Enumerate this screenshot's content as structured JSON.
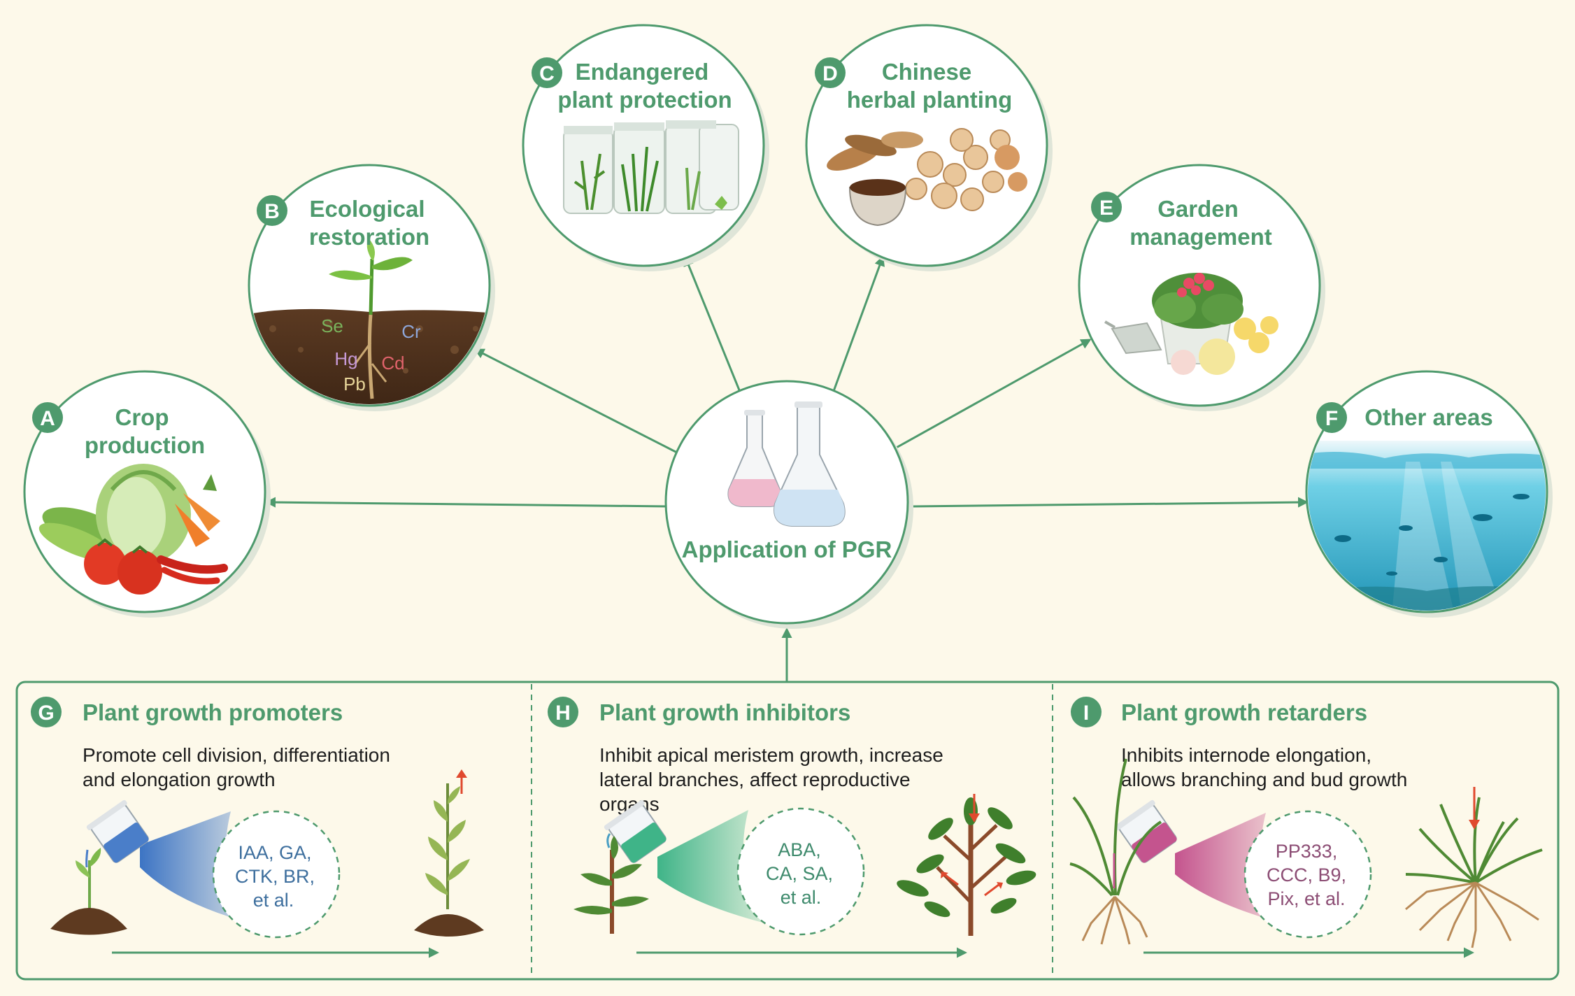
{
  "center": {
    "label": "Application of PGR"
  },
  "nodes": [
    {
      "letter": "A",
      "lines": [
        "Crop",
        "production"
      ]
    },
    {
      "letter": "B",
      "lines": [
        "Ecological",
        "restoration"
      ]
    },
    {
      "letter": "C",
      "lines": [
        "Endangered",
        "plant protection"
      ]
    },
    {
      "letter": "D",
      "lines": [
        "Chinese",
        "herbal planting"
      ]
    },
    {
      "letter": "E",
      "lines": [
        "Garden",
        "management"
      ]
    },
    {
      "letter": "F",
      "lines": [
        "Other areas"
      ]
    }
  ],
  "soil_elements": [
    "Se",
    "Cr",
    "Hg",
    "Cd",
    "Pb"
  ],
  "panels": [
    {
      "letter": "G",
      "title": "Plant growth promoters",
      "desc": [
        "Promote cell division,  differentiation",
        "and elongation growth"
      ],
      "regulators": [
        "IAA, GA,",
        "CTK, BR,",
        "et al."
      ]
    },
    {
      "letter": "H",
      "title": "Plant growth inhibitors",
      "desc": [
        "Inhibit apical meristem growth, increase",
        "lateral branches, affect reproductive",
        "organs"
      ],
      "regulators": [
        "ABA,",
        "CA, SA,",
        "et al."
      ]
    },
    {
      "letter": "I",
      "title": "Plant growth retarders",
      "desc": [
        "Inhibits internode elongation,",
        "allows branching and bud growth"
      ],
      "regulators": [
        "PP333,",
        "CCC, B9,",
        "Pix, et al."
      ]
    }
  ],
  "colors": {
    "green": "#4e9a6d",
    "background": "#fdf9ea",
    "promoter_text": "#3e6f9e",
    "inhibitor_text": "#3e8a6c",
    "retarder_text": "#8c4d74",
    "arrow_red": "#e0492e"
  }
}
